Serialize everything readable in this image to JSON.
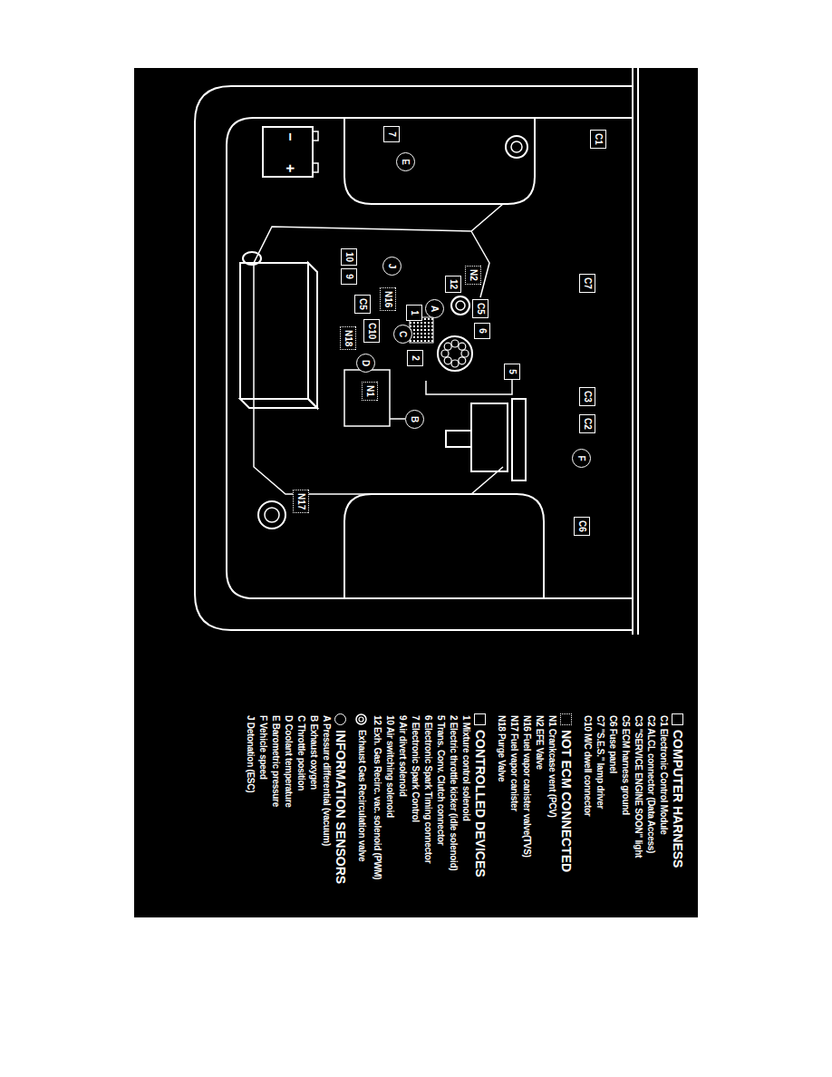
{
  "diagram": {
    "nodes": [
      {
        "text": [
          "C1"
        ]
      },
      {
        "text": [
          "C7"
        ]
      },
      {
        "text": [
          "C3"
        ]
      },
      {
        "text": [
          "C2"
        ]
      },
      {
        "text": [
          "F"
        ]
      },
      {
        "text": [
          "C6"
        ]
      },
      {
        "text": [
          "7"
        ]
      },
      {
        "text": [
          "E"
        ]
      },
      {
        "text": [
          "N17"
        ]
      },
      {
        "text": [
          "10"
        ]
      },
      {
        "text": [
          "9"
        ]
      },
      {
        "text": [
          "J"
        ]
      },
      {
        "text": [
          "C5"
        ]
      },
      {
        "text": [
          "N16"
        ]
      },
      {
        "text": [
          "C10"
        ]
      },
      {
        "text": [
          "N18"
        ]
      },
      {
        "text": [
          "D"
        ]
      },
      {
        "text": [
          "N1"
        ]
      },
      {
        "text": [
          "N2"
        ]
      },
      {
        "text": [
          "12"
        ]
      },
      {
        "text": [
          "C5"
        ]
      },
      {
        "text": [
          "A"
        ]
      },
      {
        "text": [
          "1"
        ]
      },
      {
        "text": [
          "C"
        ]
      },
      {
        "text": [
          "2"
        ]
      },
      {
        "text": [
          "6"
        ]
      },
      {
        "text": [
          "5"
        ]
      },
      {
        "text": [
          "B"
        ]
      }
    ],
    "labels": [
      "−",
      "+",
      "C1 Electronic Control Module",
      "C2 ALCL connector (Data Access)",
      "C3 \"SERVICE ENGINE SOON\" light",
      "C5 ECM harness ground",
      "C6 Fuse panel",
      "C7 \"S.E.S.\" lamp driver",
      "C10 M/C dwell connector",
      "N1 Crankcase vent (PCV)",
      "N2 EFE Valve",
      "N16 Fuel vapor canister valve(TVS)",
      "N17 Fuel vapor canister",
      "N18 Purge Valve",
      "1 Mixture control solenoid",
      "2 Electric throttle kicker (idle solenoid)",
      "5 Trans. Conv. Clutch connector",
      "6 Electronic Spark Timing connector",
      "7 Electronic Spark Control",
      "9 Air divert solenoid",
      "10 Air switching solenoid",
      "12 Exh. Gas Recirc. vac. solenoid (PWM)",
      "A Pressure differential (vacuum)",
      "B Exhaust oxygen",
      "C Throttle position",
      "D Coolant temperature",
      "E Barometric pressure",
      "F Vehicle speed",
      "J Detonation (ESC)"
    ],
    "legend": [
      {
        "text": "COMPUTER HARNESS"
      },
      {
        "text": "NOT ECM CONNECTED"
      },
      {
        "text": "CONTROLLED DEVICES"
      },
      {
        "text": "Exhaust Gas Recirculation valve"
      },
      {
        "text": "INFORMATION SENSORS"
      }
    ]
  }
}
